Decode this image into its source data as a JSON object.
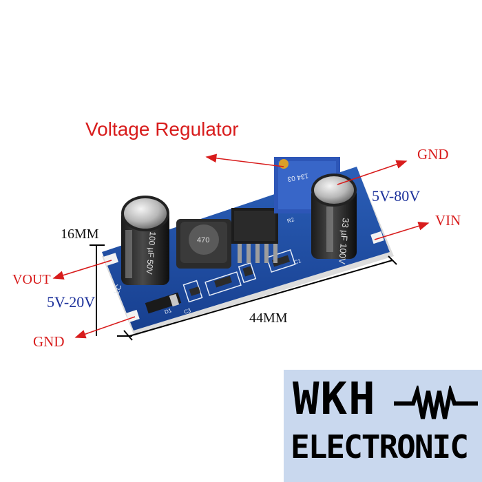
{
  "title": "Voltage Regulator",
  "labels": {
    "gnd_top": "GND",
    "vin_range": "5V-80V",
    "vin": "VIN",
    "width": "16MM",
    "vout": "VOUT",
    "vout_range": "5V-20V",
    "length": "44MM",
    "gnd_bottom": "GND"
  },
  "component_markings": {
    "inductor": "470",
    "pot": "134 03",
    "cap_right": "33 µF 100V",
    "cap_left": "100 µF 50V",
    "silk_lc": "LC",
    "silk_c3": "C3",
    "silk_c1": "C1",
    "silk_r2": "R2",
    "silk_d1": "D1"
  },
  "logo": {
    "line1": "WKH",
    "line2": "ELECTRONIC"
  },
  "colors": {
    "label_red": "#d81c1c",
    "label_blue": "#1a2f9a",
    "pcb_blue": "#1f4fa8",
    "logo_bg": "#c9d8ee"
  }
}
